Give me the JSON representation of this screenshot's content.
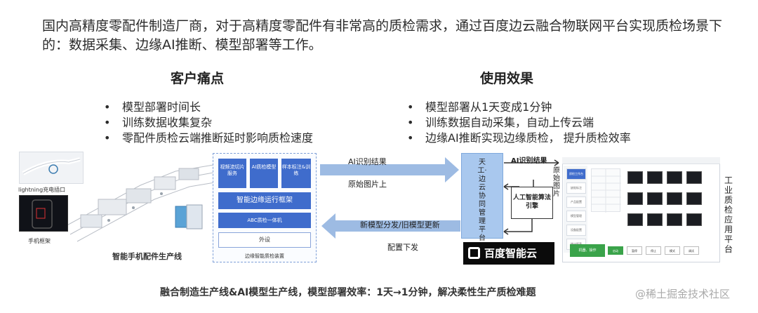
{
  "intro_text": "国内高精度零配件制造厂商，对于高精度零配件有非常高的质检需求，通过百度边云融合物联网平台实现质检场景下的：数据采集、边缘AI推断、模型部署等工作。",
  "left_column": {
    "title": "客户痛点",
    "bullets": [
      "模型部署时间长",
      "训练数据收集复杂",
      "零配件质检云端推断延时影响质检速度"
    ]
  },
  "right_column": {
    "title": "使用效果",
    "bullets": [
      "模型部署从1天变成1分钟",
      "训练数据自动采集，自动上传云端",
      "边缘AI推断实现边缘质检， 提升质检效率"
    ]
  },
  "factory": {
    "cable_caption": "lightning充电插口",
    "phone_caption": "手机框架",
    "line_label": "智能手机配件生产线"
  },
  "edge_device": {
    "tiles": [
      "视频流切片服务",
      "AI质检模型",
      "样本标注&训练"
    ],
    "runtime": "智能边缘运行框架",
    "hardware": "ABC质检一体机",
    "peripheral": "外设",
    "caption": "边缘智能质检装置"
  },
  "arrows": {
    "ai_result_1": "AI识别结果",
    "raw_upload": "原始图片上",
    "model_dist": "新模型分发/旧模型更新",
    "config_down": "配置下发",
    "ai_result_2": "AI识别结果",
    "raw_image": "原始图片"
  },
  "platform": {
    "label": "天工·边云协同管理平台",
    "engine": "人工智能算法引擎",
    "logo": "百度智能云"
  },
  "dashboard": {
    "side_items": [
      "质检工作台",
      "缺陷标注",
      "产品配置",
      "模型管理",
      "设备配置",
      "统计报表"
    ],
    "buttons": [
      "启动",
      "暂停",
      "停止",
      "模式",
      "调试"
    ],
    "status": "机器、操作",
    "vertical_label": "工业质检应用平台"
  },
  "summary": "融合制造生产线&AI模型生产线，模型部署效率：1天→1分钟，解决柔性生产质检难题",
  "watermark": "@稀土掘金技术社区",
  "colors": {
    "accent_blue": "#3f6ccc",
    "platform_blue": "#a9c8ee",
    "arrow_blue": "#9dbbe3"
  }
}
